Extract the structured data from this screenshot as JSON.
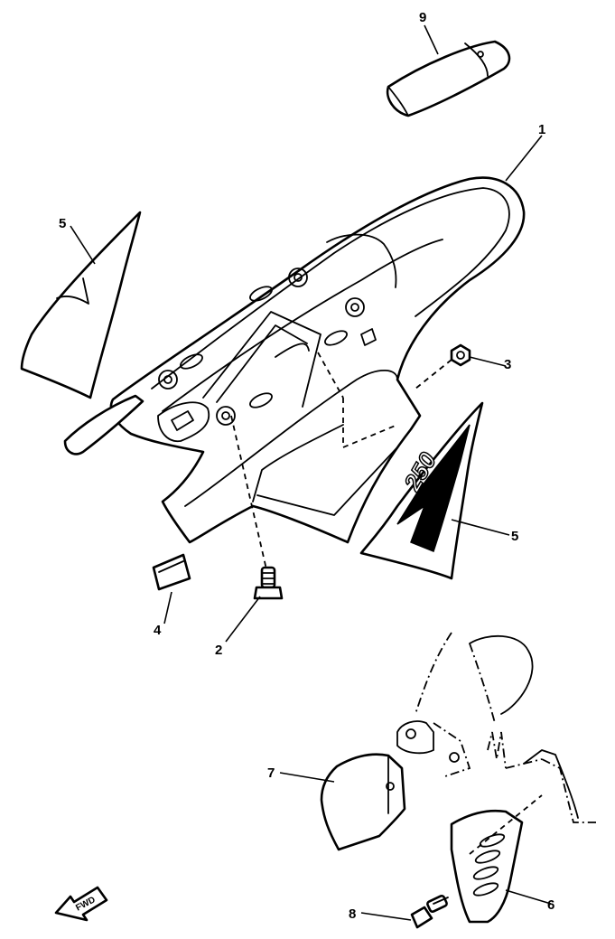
{
  "callouts": [
    {
      "id": "p1",
      "label": "1"
    },
    {
      "id": "p2",
      "label": "2"
    },
    {
      "id": "p3",
      "label": "3"
    },
    {
      "id": "p4",
      "label": "4"
    },
    {
      "id": "p5a",
      "label": "5"
    },
    {
      "id": "p5b",
      "label": "5"
    },
    {
      "id": "p6",
      "label": "6"
    },
    {
      "id": "p7",
      "label": "7"
    },
    {
      "id": "p8",
      "label": "8"
    },
    {
      "id": "p9",
      "label": "9"
    }
  ],
  "decal_text": "250",
  "direction_arrow": "FWD",
  "colors": {
    "line": "#000000",
    "background": "#ffffff"
  }
}
